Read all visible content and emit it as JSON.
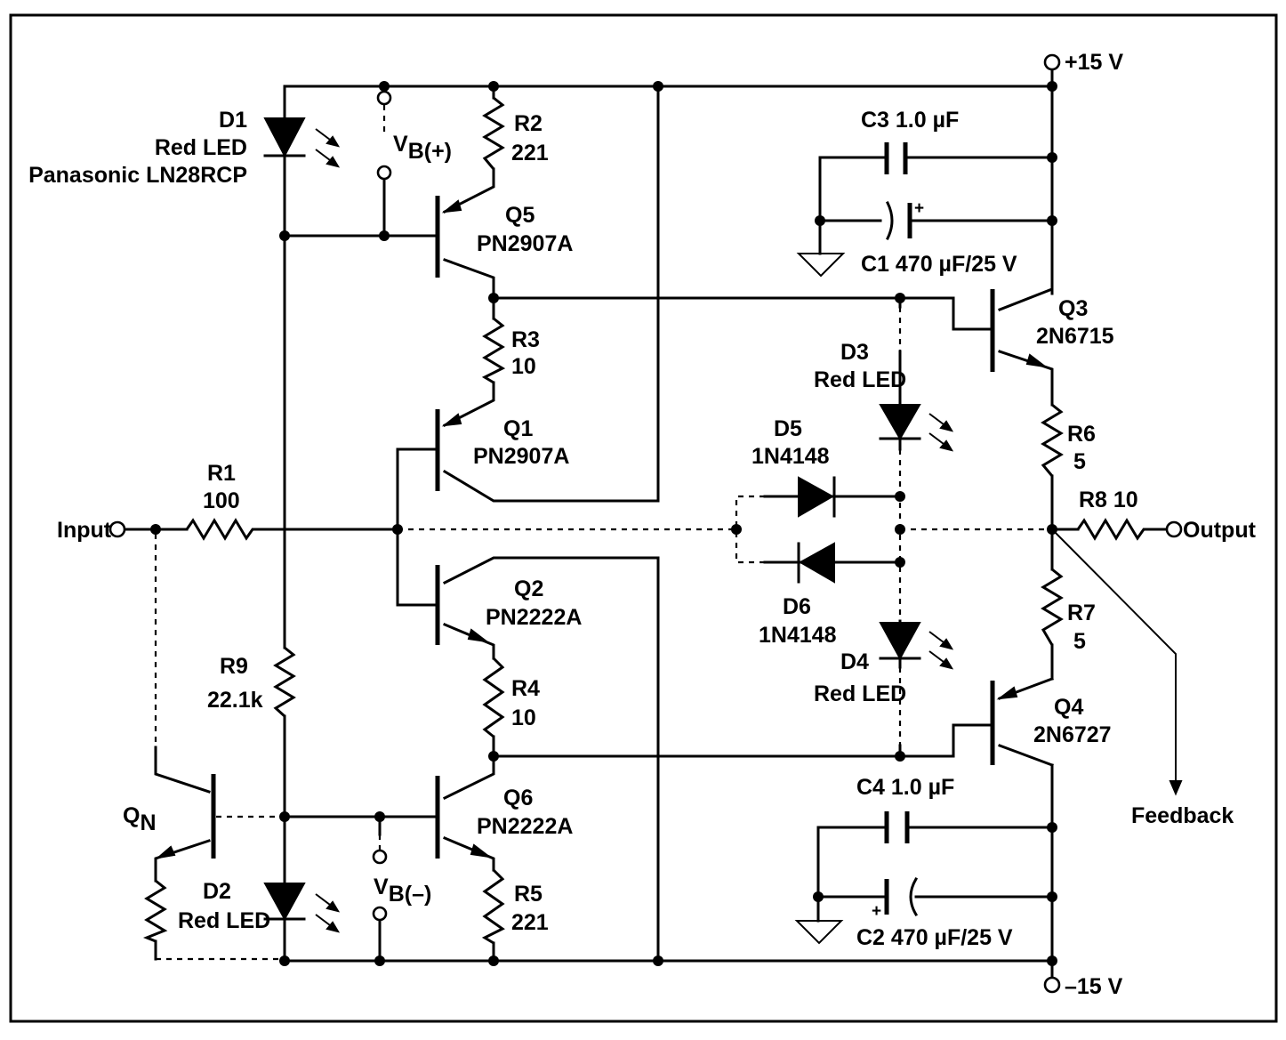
{
  "supplies": {
    "pos": "+15 V",
    "neg": "–15 V"
  },
  "io": {
    "input": "Input",
    "output": "Output",
    "feedback": "Feedback"
  },
  "bias": {
    "pos_main": "V",
    "pos_sub": "B(+)",
    "neg_main": "V",
    "neg_sub": "B(–)"
  },
  "qn": {
    "main": "Q",
    "sub": "N"
  },
  "components": {
    "d1": {
      "ref": "D1",
      "desc": "Red LED",
      "part": "Panasonic LN28RCP"
    },
    "d2": {
      "ref": "D2",
      "desc": "Red LED"
    },
    "d3": {
      "ref": "D3",
      "desc": "Red LED"
    },
    "d4": {
      "ref": "D4",
      "desc": "Red LED"
    },
    "d5": {
      "ref": "D5",
      "part": "1N4148"
    },
    "d6": {
      "ref": "D6",
      "part": "1N4148"
    },
    "q1": {
      "ref": "Q1",
      "part": "PN2907A"
    },
    "q2": {
      "ref": "Q2",
      "part": "PN2222A"
    },
    "q3": {
      "ref": "Q3",
      "part": "2N6715"
    },
    "q4": {
      "ref": "Q4",
      "part": "2N6727"
    },
    "q5": {
      "ref": "Q5",
      "part": "PN2907A"
    },
    "q6": {
      "ref": "Q6",
      "part": "PN2222A"
    },
    "r1": {
      "ref": "R1",
      "value": "100"
    },
    "r2": {
      "ref": "R2",
      "value": "221"
    },
    "r3": {
      "ref": "R3",
      "value": "10"
    },
    "r4": {
      "ref": "R4",
      "value": "10"
    },
    "r5": {
      "ref": "R5",
      "value": "221"
    },
    "r6": {
      "ref": "R6",
      "value": "5"
    },
    "r7": {
      "ref": "R7",
      "value": "5"
    },
    "r8": {
      "label": "R8  10"
    },
    "r9": {
      "ref": "R9",
      "value": "22.1k"
    },
    "c1": {
      "label": "C1  470 µF/25 V"
    },
    "c2": {
      "label": "C2  470 µF/25 V"
    },
    "c3": {
      "label": "C3  1.0 µF"
    },
    "c4": {
      "label": "C4  1.0 µF"
    },
    "plus": "+"
  }
}
